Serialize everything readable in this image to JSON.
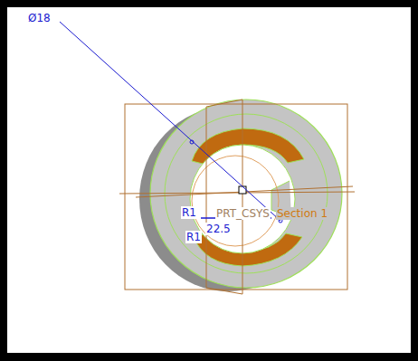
{
  "diagram": {
    "labels": [
      "Ø18",
      "R1",
      "R1",
      "22.5",
      "PRT_CSYS",
      "Section 1"
    ]
  }
}
